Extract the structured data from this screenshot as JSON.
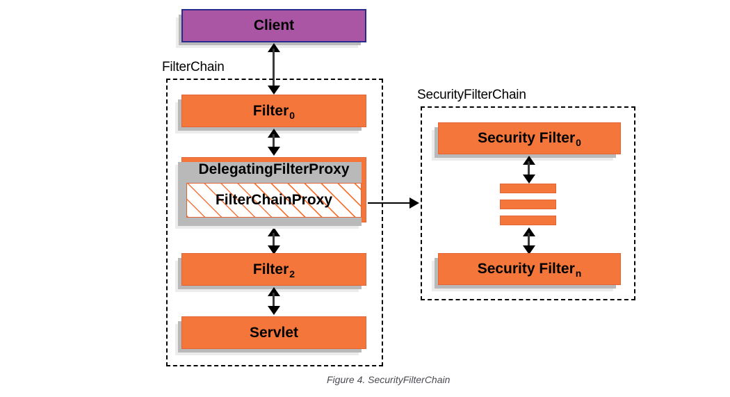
{
  "figure": {
    "caption": "Figure 4. SecurityFilterChain"
  },
  "colors": {
    "filter_orange": "#f4763a",
    "filter_orange_border": "#e2653a",
    "client_purple": "#ab56a4",
    "client_border": "#2a2a8c",
    "shadow_gray": "#b9b9b9",
    "shadow_light": "#ececec",
    "arrow_black": "#000000",
    "caption_gray": "#4a4a52"
  },
  "client": {
    "label": "Client"
  },
  "filter_chain": {
    "group_label": "FilterChain",
    "nodes": [
      {
        "label": "Filter",
        "subscript": "0"
      },
      {
        "label": "DelegatingFilterProxy",
        "inner_label": "FilterChainProxy"
      },
      {
        "label": "Filter",
        "subscript": "2"
      },
      {
        "label": "Servlet",
        "subscript": ""
      }
    ]
  },
  "security_filter_chain": {
    "group_label": "SecurityFilterChain",
    "nodes": [
      {
        "label": "Security Filter",
        "subscript": "0"
      },
      {
        "label": "Security Filter",
        "subscript": "n"
      }
    ],
    "ellipsis_bars": 3
  },
  "connections": [
    {
      "from": "Client",
      "to": "Filter0",
      "type": "bidirectional-vertical"
    },
    {
      "from": "Filter0",
      "to": "DelegatingFilterProxy",
      "type": "bidirectional-vertical"
    },
    {
      "from": "DelegatingFilterProxy",
      "to": "Filter2",
      "type": "bidirectional-vertical"
    },
    {
      "from": "Filter2",
      "to": "Servlet",
      "type": "bidirectional-vertical"
    },
    {
      "from": "FilterChainProxy",
      "to": "SecurityFilterChain",
      "type": "directional-horizontal"
    },
    {
      "from": "SecurityFilter0",
      "to": "ellipsis",
      "type": "bidirectional-vertical"
    },
    {
      "from": "ellipsis",
      "to": "SecurityFiltern",
      "type": "bidirectional-vertical"
    }
  ]
}
